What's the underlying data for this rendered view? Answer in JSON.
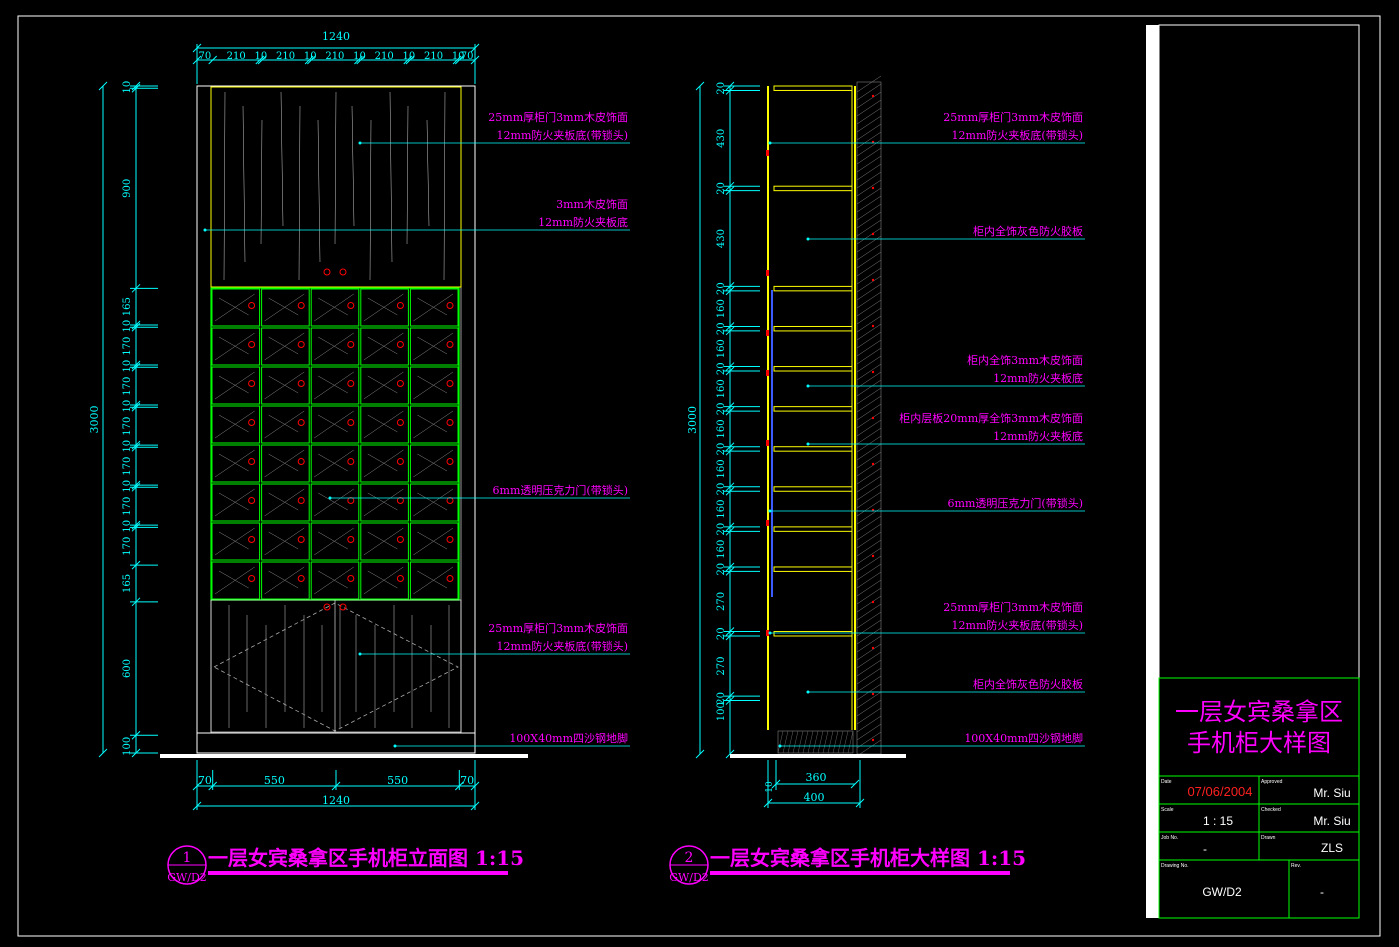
{
  "colors": {
    "background": "#000000",
    "frame": "#ffffff",
    "dimension": "#00ffff",
    "annotation": "#ff00ff",
    "cabinet": "#ffff00",
    "grid": "#00ff00",
    "hatch": "#808080",
    "knob": "#ff0000"
  },
  "elevation": {
    "dims_top": {
      "overall": "1240",
      "segments": [
        "70",
        "210",
        "10",
        "210",
        "10",
        "210",
        "10",
        "210",
        "10",
        "210",
        "10",
        "70"
      ]
    },
    "dims_left": {
      "overall": "3000",
      "segments": [
        "10",
        "900",
        "165",
        "10",
        "170",
        "10",
        "170",
        "10",
        "170",
        "10",
        "170",
        "10",
        "170",
        "10",
        "170",
        "165",
        "600",
        "100"
      ]
    },
    "dims_bottom": {
      "segments": [
        "70",
        "550",
        "550",
        "70"
      ],
      "overall": "1240"
    },
    "grid": {
      "columns": 5,
      "rows": 8
    },
    "labels": [
      {
        "lines": [
          "25mm厚柜门3mm木皮饰面",
          "12mm防火夹板底(带锁头)"
        ]
      },
      {
        "lines": [
          "3mm木皮饰面",
          "12mm防火夹板底"
        ]
      },
      {
        "lines": [
          "6mm透明压克力门(带锁头)"
        ]
      },
      {
        "lines": [
          "25mm厚柜门3mm木皮饰面",
          "12mm防火夹板底(带锁头)"
        ]
      },
      {
        "lines": [
          "100X40mm四沙钢地脚"
        ]
      }
    ],
    "caption": {
      "number": "1",
      "sheet": "GW/D2",
      "text": "一层女宾桑拿区手机柜立面图 1:15"
    }
  },
  "section": {
    "dims_left": {
      "overall": "3000",
      "segments": [
        "20",
        "430",
        "20",
        "430",
        "20",
        "160",
        "20",
        "160",
        "20",
        "160",
        "20",
        "160",
        "20",
        "160",
        "20",
        "160",
        "20",
        "160",
        "20",
        "270",
        "20",
        "270",
        "20",
        "100"
      ]
    },
    "dims_bottom": {
      "small": "10",
      "inner": "360",
      "overall": "400"
    },
    "labels": [
      {
        "lines": [
          "25mm厚柜门3mm木皮饰面",
          "12mm防火夹板底(带锁头)"
        ]
      },
      {
        "lines": [
          "柜内全饰灰色防火胶板"
        ]
      },
      {
        "lines": [
          "柜内全饰3mm木皮饰面",
          "12mm防火夹板底"
        ]
      },
      {
        "lines": [
          "柜内层板20mm厚全饰3mm木皮饰面",
          "12mm防火夹板底"
        ]
      },
      {
        "lines": [
          "6mm透明压克力门(带锁头)"
        ]
      },
      {
        "lines": [
          "25mm厚柜门3mm木皮饰面",
          "12mm防火夹板底(带锁头)"
        ]
      },
      {
        "lines": [
          "柜内全饰灰色防火胶板"
        ]
      },
      {
        "lines": [
          "100X40mm四沙钢地脚"
        ]
      }
    ],
    "caption": {
      "number": "2",
      "sheet": "GW/D2",
      "text": "一层女宾桑拿区手机柜大样图 1:15"
    }
  },
  "title_block": {
    "title_line1": "一层女宾桑拿区",
    "title_line2": "手机柜大样图",
    "fields": {
      "date_label": "Date",
      "date_value": "07/06/2004",
      "approved_label": "Approved",
      "approved_value": "Mr. Siu",
      "scale_label": "Scale",
      "scale_value": "1 : 15",
      "checked_label": "Checked",
      "checked_value": "Mr. Siu",
      "job_label": "Job No.",
      "job_value": "-",
      "drawn_label": "Drawn",
      "drawn_value": "ZLS",
      "drawing_label": "Drawing No.",
      "drawing_value": "GW/D2",
      "rev_label": "Rev.",
      "rev_value": "-"
    }
  }
}
